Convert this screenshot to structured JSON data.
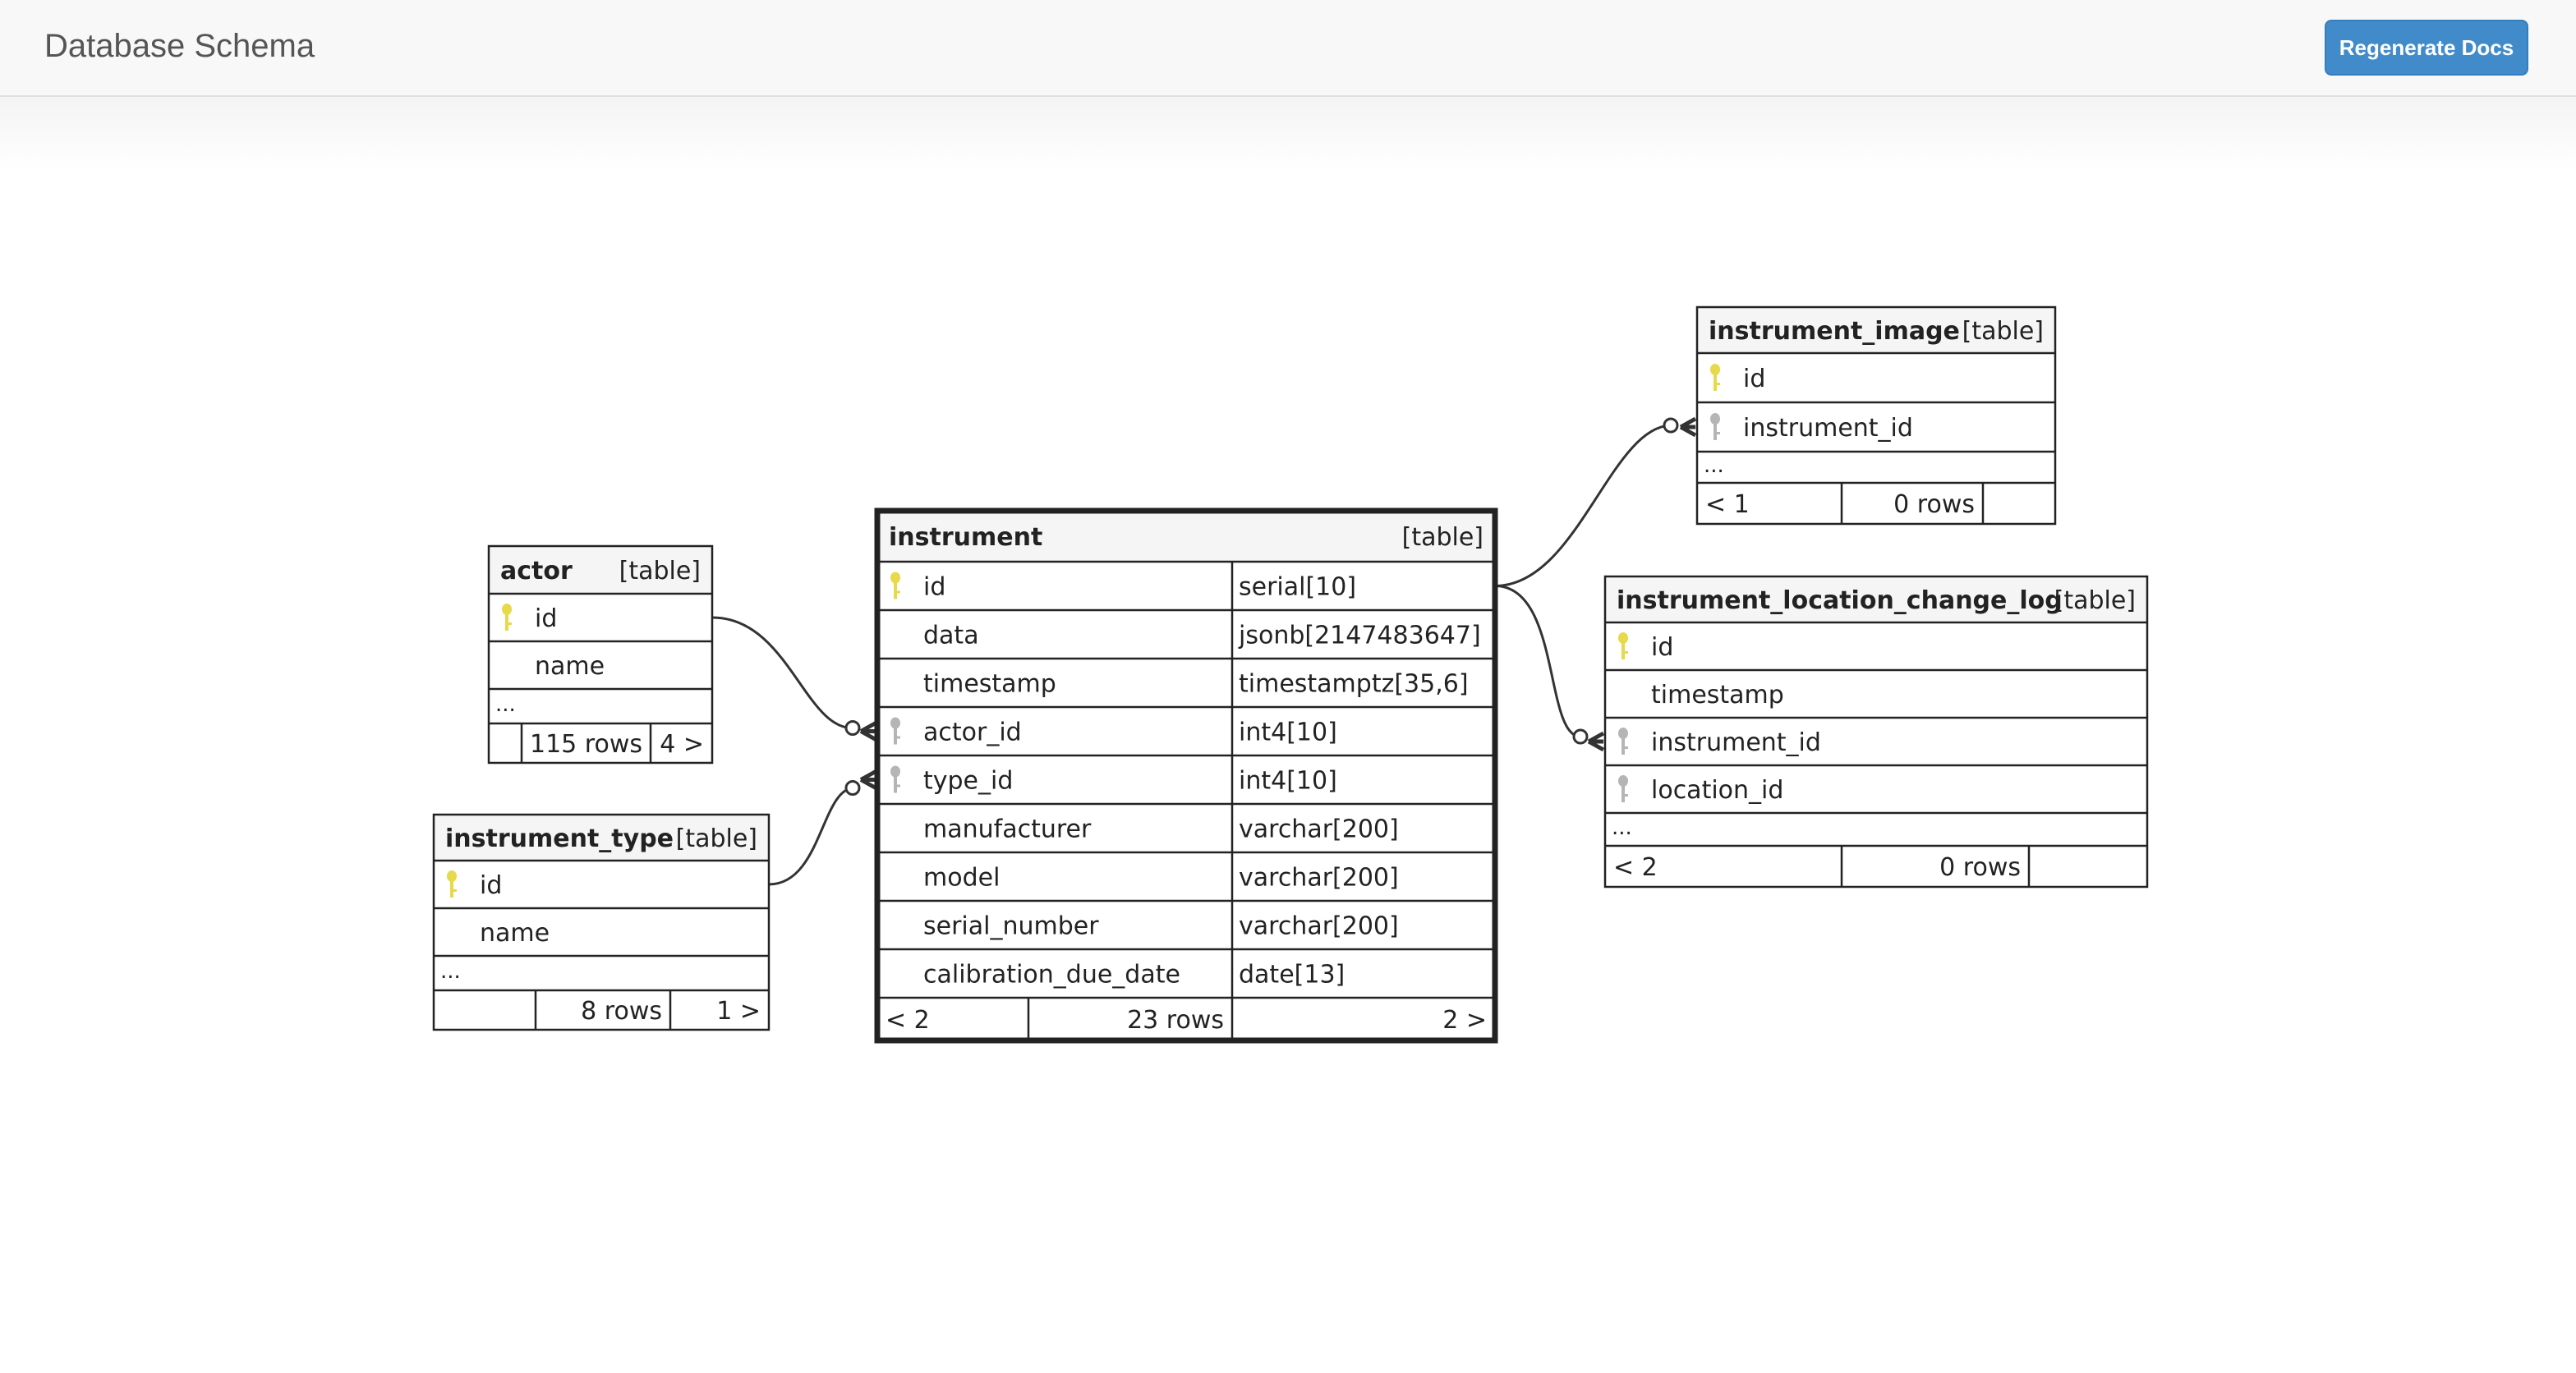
{
  "header": {
    "title": "Database Schema",
    "regenerate_label": "Regenerate Docs"
  },
  "colors": {
    "accent": "#428bca",
    "pk_key": "#e6d94a",
    "fk_key": "#b5b5b5",
    "line": "#333333"
  },
  "tables": {
    "actor": {
      "name": "actor",
      "kind": "[table]",
      "columns": [
        {
          "name": "id",
          "key": "pk"
        },
        {
          "name": "name",
          "key": ""
        }
      ],
      "ellipsis": "...",
      "rows": "115 rows",
      "next": "4 >"
    },
    "instrument_type": {
      "name": "instrument_type",
      "kind": "[table]",
      "columns": [
        {
          "name": "id",
          "key": "pk"
        },
        {
          "name": "name",
          "key": ""
        }
      ],
      "ellipsis": "...",
      "rows": "8 rows",
      "next": "1 >"
    },
    "instrument": {
      "name": "instrument",
      "kind": "[table]",
      "columns": [
        {
          "name": "id",
          "type": "serial[10]",
          "key": "pk"
        },
        {
          "name": "data",
          "type": "jsonb[2147483647]",
          "key": ""
        },
        {
          "name": "timestamp",
          "type": "timestamptz[35,6]",
          "key": ""
        },
        {
          "name": "actor_id",
          "type": "int4[10]",
          "key": "fk"
        },
        {
          "name": "type_id",
          "type": "int4[10]",
          "key": "fk"
        },
        {
          "name": "manufacturer",
          "type": "varchar[200]",
          "key": ""
        },
        {
          "name": "model",
          "type": "varchar[200]",
          "key": ""
        },
        {
          "name": "serial_number",
          "type": "varchar[200]",
          "key": ""
        },
        {
          "name": "calibration_due_date",
          "type": "date[13]",
          "key": ""
        }
      ],
      "prev": "< 2",
      "rows": "23 rows",
      "next": "2 >"
    },
    "instrument_image": {
      "name": "instrument_image",
      "kind": "[table]",
      "columns": [
        {
          "name": "id",
          "key": "pk"
        },
        {
          "name": "instrument_id",
          "key": "fk"
        }
      ],
      "ellipsis": "...",
      "prev": "< 1",
      "rows": "0 rows"
    },
    "instrument_location_change_log": {
      "name": "instrument_location_change_log",
      "kind": "[table]",
      "columns": [
        {
          "name": "id",
          "key": "pk"
        },
        {
          "name": "timestamp",
          "key": ""
        },
        {
          "name": "instrument_id",
          "key": "fk"
        },
        {
          "name": "location_id",
          "key": "fk"
        }
      ],
      "ellipsis": "...",
      "prev": "< 2",
      "rows": "0 rows"
    }
  }
}
